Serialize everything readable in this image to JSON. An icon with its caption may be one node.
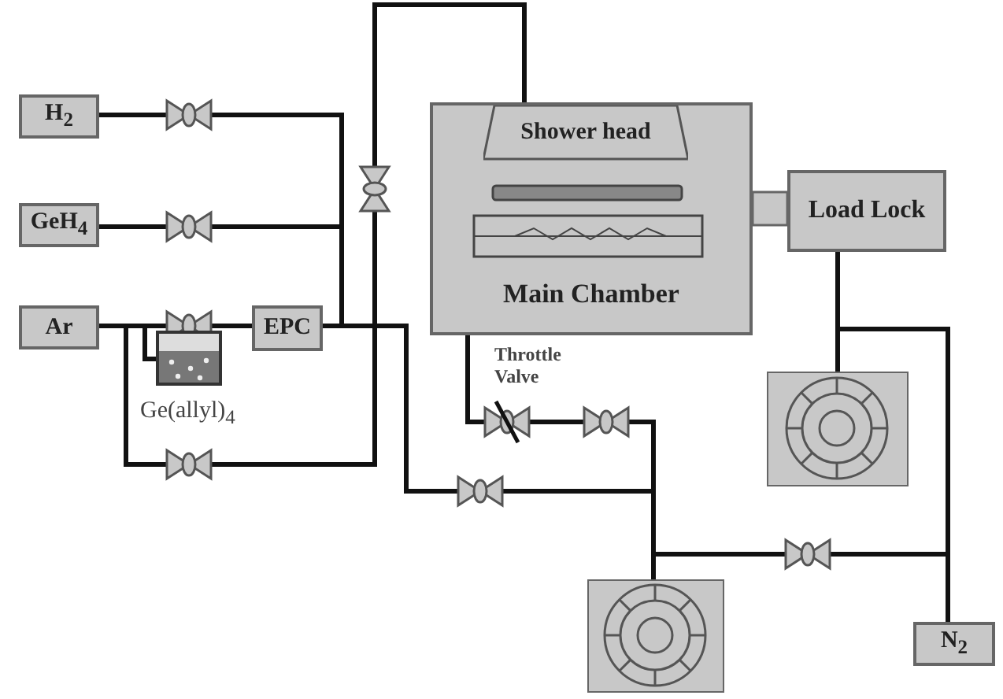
{
  "diagram": {
    "nodes": [
      {
        "text": [
          "H$_{2}$"
        ]
      },
      {
        "text": [
          "GeH$_{4}$"
        ]
      },
      {
        "text": [
          "Ar"
        ]
      },
      {
        "text": [],
        "shape": "box",
        "beside": [
          "Ge(allyl)$_{4}$"
        ]
      },
      {
        "text": [
          "EPC"
        ]
      },
      {
        "text": [
          "Main Chamber"
        ]
      },
      {
        "text": [
          "Shower head"
        ],
        "in": 5
      },
      {
        "text": [
          "Load Lock"
        ]
      },
      {
        "text": [],
        "shape": "pump"
      },
      {
        "text": [],
        "shape": "pump"
      },
      {
        "text": [
          "N$_{2}$"
        ]
      }
    ],
    "edges": [
      {
        "from": 0,
        "to": 9,
        "arrow": "none"
      },
      {
        "from": 1,
        "to": 9,
        "arrow": "none"
      },
      {
        "from": 2,
        "to": 3,
        "arrow": "none"
      },
      {
        "from": 2,
        "to": 4,
        "arrow": "none"
      },
      {
        "from": 4,
        "to": 9,
        "arrow": "none"
      },
      {
        "from": 2,
        "to": 6,
        "arrow": "none"
      },
      {
        "from": 5,
        "to": 9,
        "arrow": "none"
      },
      {
        "from": 7,
        "to": 8,
        "arrow": "none"
      },
      {
        "from": 7,
        "to": 10,
        "arrow": "none"
      },
      {
        "from": 9,
        "to": 10,
        "arrow": "none"
      }
    ],
    "labels": [
      "Throttle Valve"
    ]
  }
}
